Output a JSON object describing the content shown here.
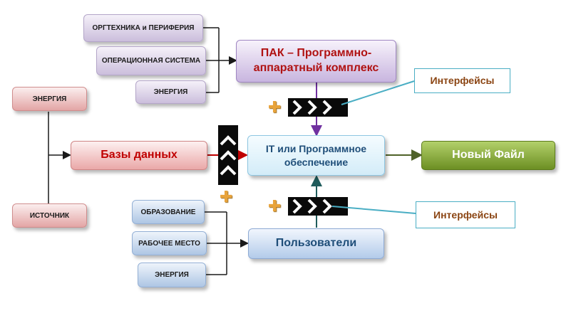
{
  "pak": {
    "left_top": "ОРГТЕХНИКА и ПЕРИФЕРИЯ",
    "left_mid": "ОПЕРАЦИОННАЯ СИСТЕМА",
    "left_bottom": "ЭНЕРГИЯ",
    "title": "ПАК – Программно-аппаратный комплекс"
  },
  "db": {
    "top": "ЭНЕРГИЯ",
    "bottom": "ИСТОЧНИК",
    "title": "Базы данных"
  },
  "core": {
    "title": "IT или Программное обеспечение"
  },
  "output": {
    "title": "Новый Файл"
  },
  "users": {
    "left_top": "ОБРАЗОВАНИЕ",
    "left_mid": "РАБОЧЕЕ МЕСТО",
    "left_bottom": "ЭНЕРГИЯ",
    "title": "Пользователи"
  },
  "interfaces": {
    "top": "Интерфейсы",
    "bottom": "Интерфейсы"
  },
  "plus_symbol": "✚",
  "colors": {
    "pak_arrow": "#7030a0",
    "db_arrow": "#c00000",
    "users_arrow": "#1f5c5c",
    "output_arrow": "#4f6228",
    "callout_line": "#4aaec4"
  }
}
